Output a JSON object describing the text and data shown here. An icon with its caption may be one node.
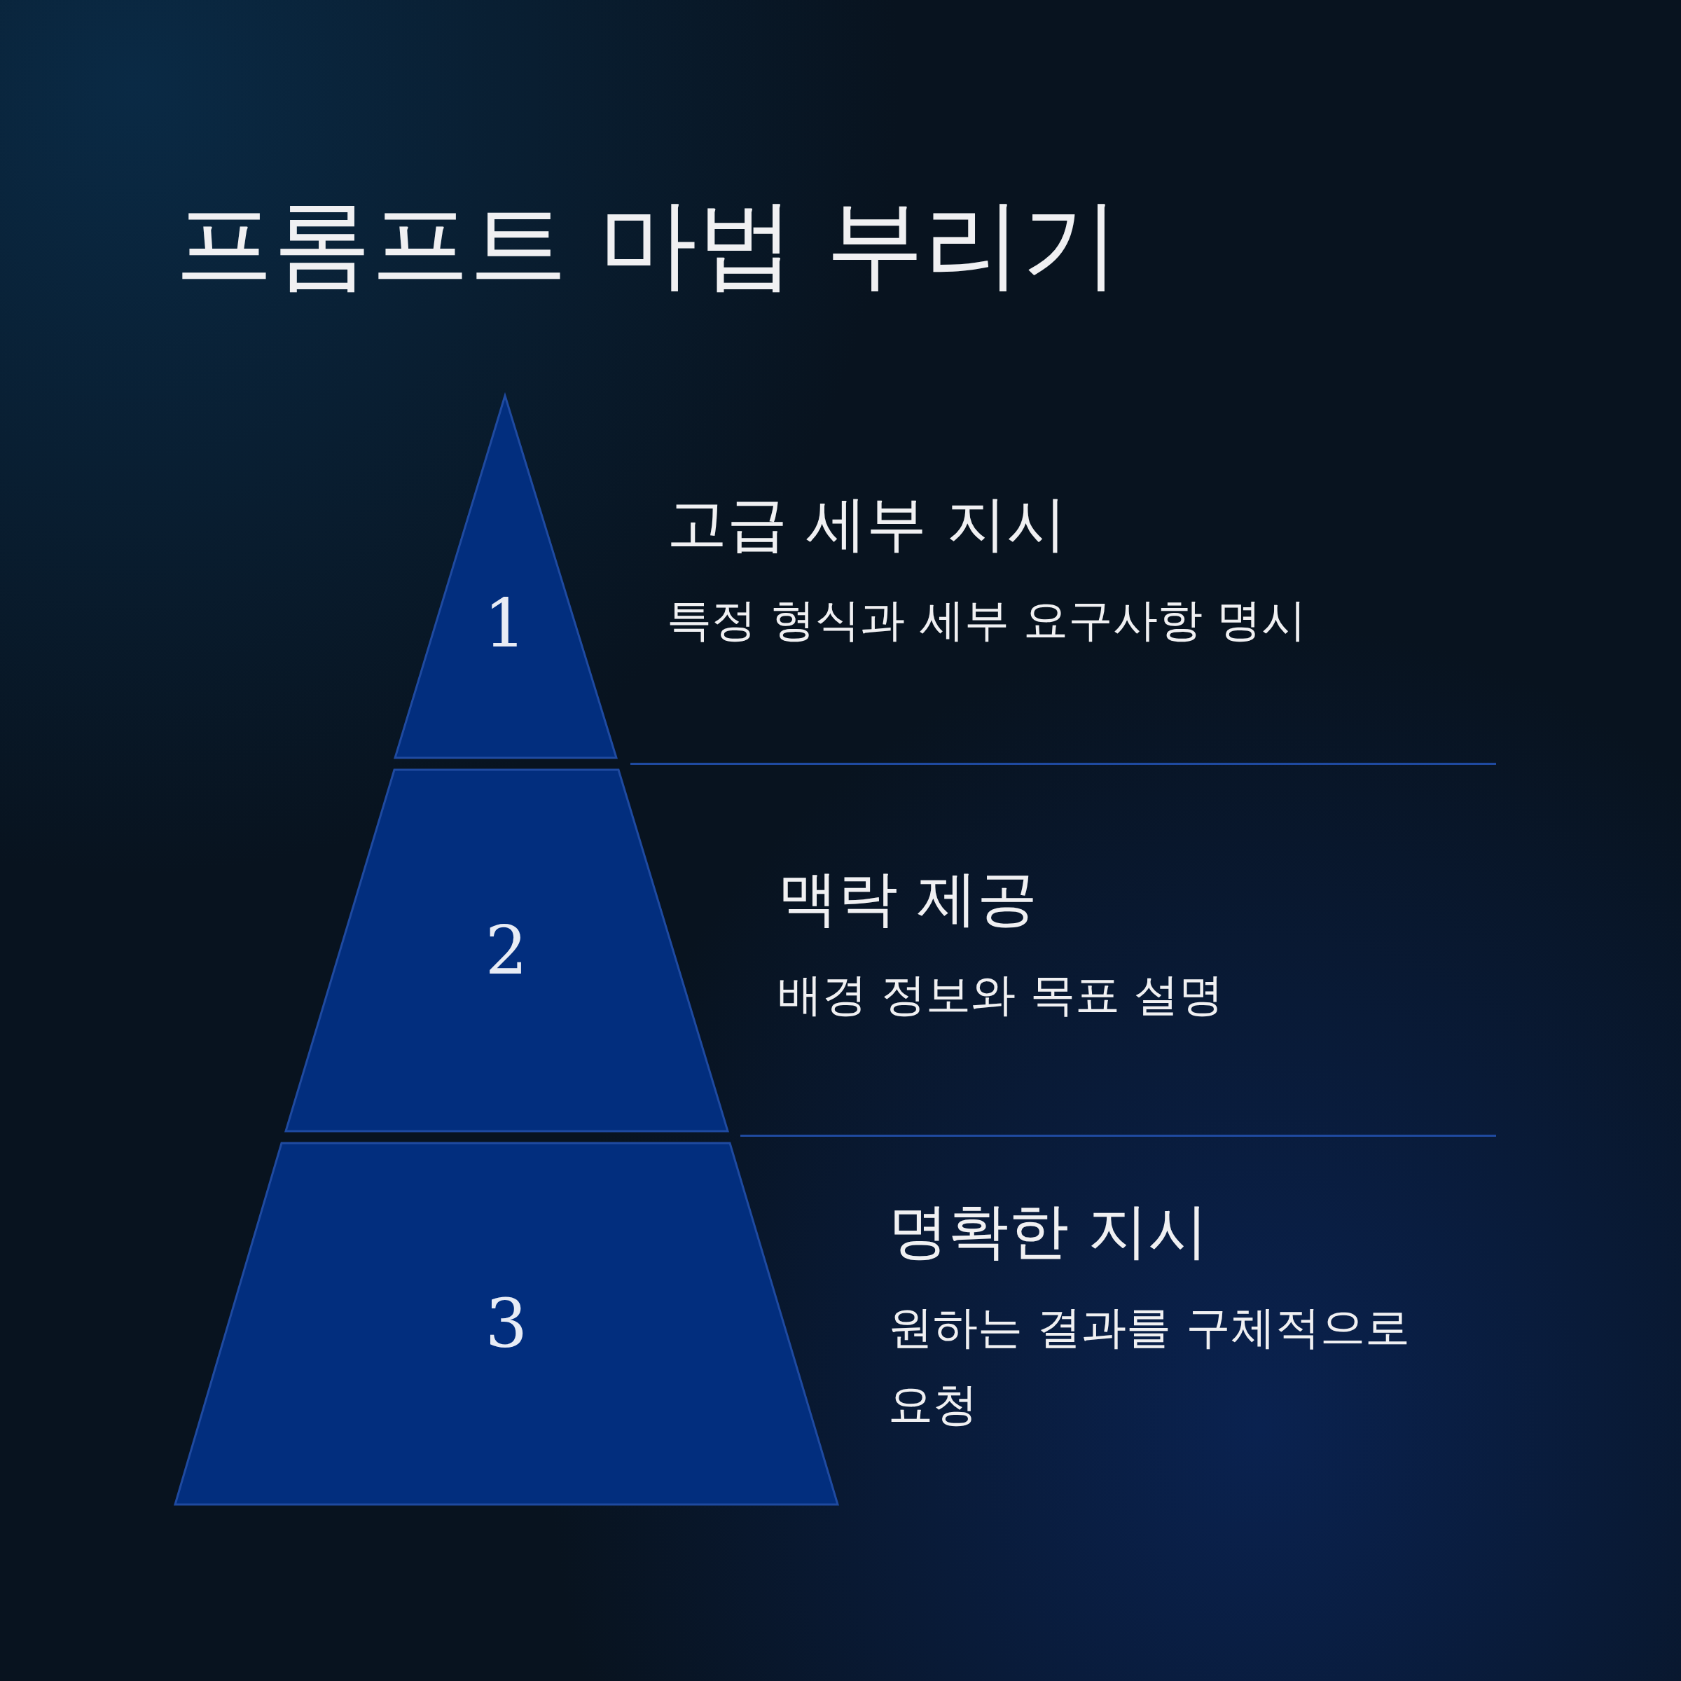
{
  "diagram": {
    "title": "프롬프트 마법 부리기",
    "nodes": [
      {
        "text": [
          "1"
        ],
        "beside": [
          "고급 세부 지시",
          "특정 형식과 세부 요구사항 명시"
        ]
      },
      {
        "text": [
          "2"
        ],
        "beside": [
          "맥락 제공",
          "배경 정보와 목표 설명"
        ]
      },
      {
        "text": [
          "3"
        ],
        "beside": [
          "명확한 지시",
          "원하는 결과를 구체적으로 요청"
        ]
      }
    ],
    "edges": []
  }
}
